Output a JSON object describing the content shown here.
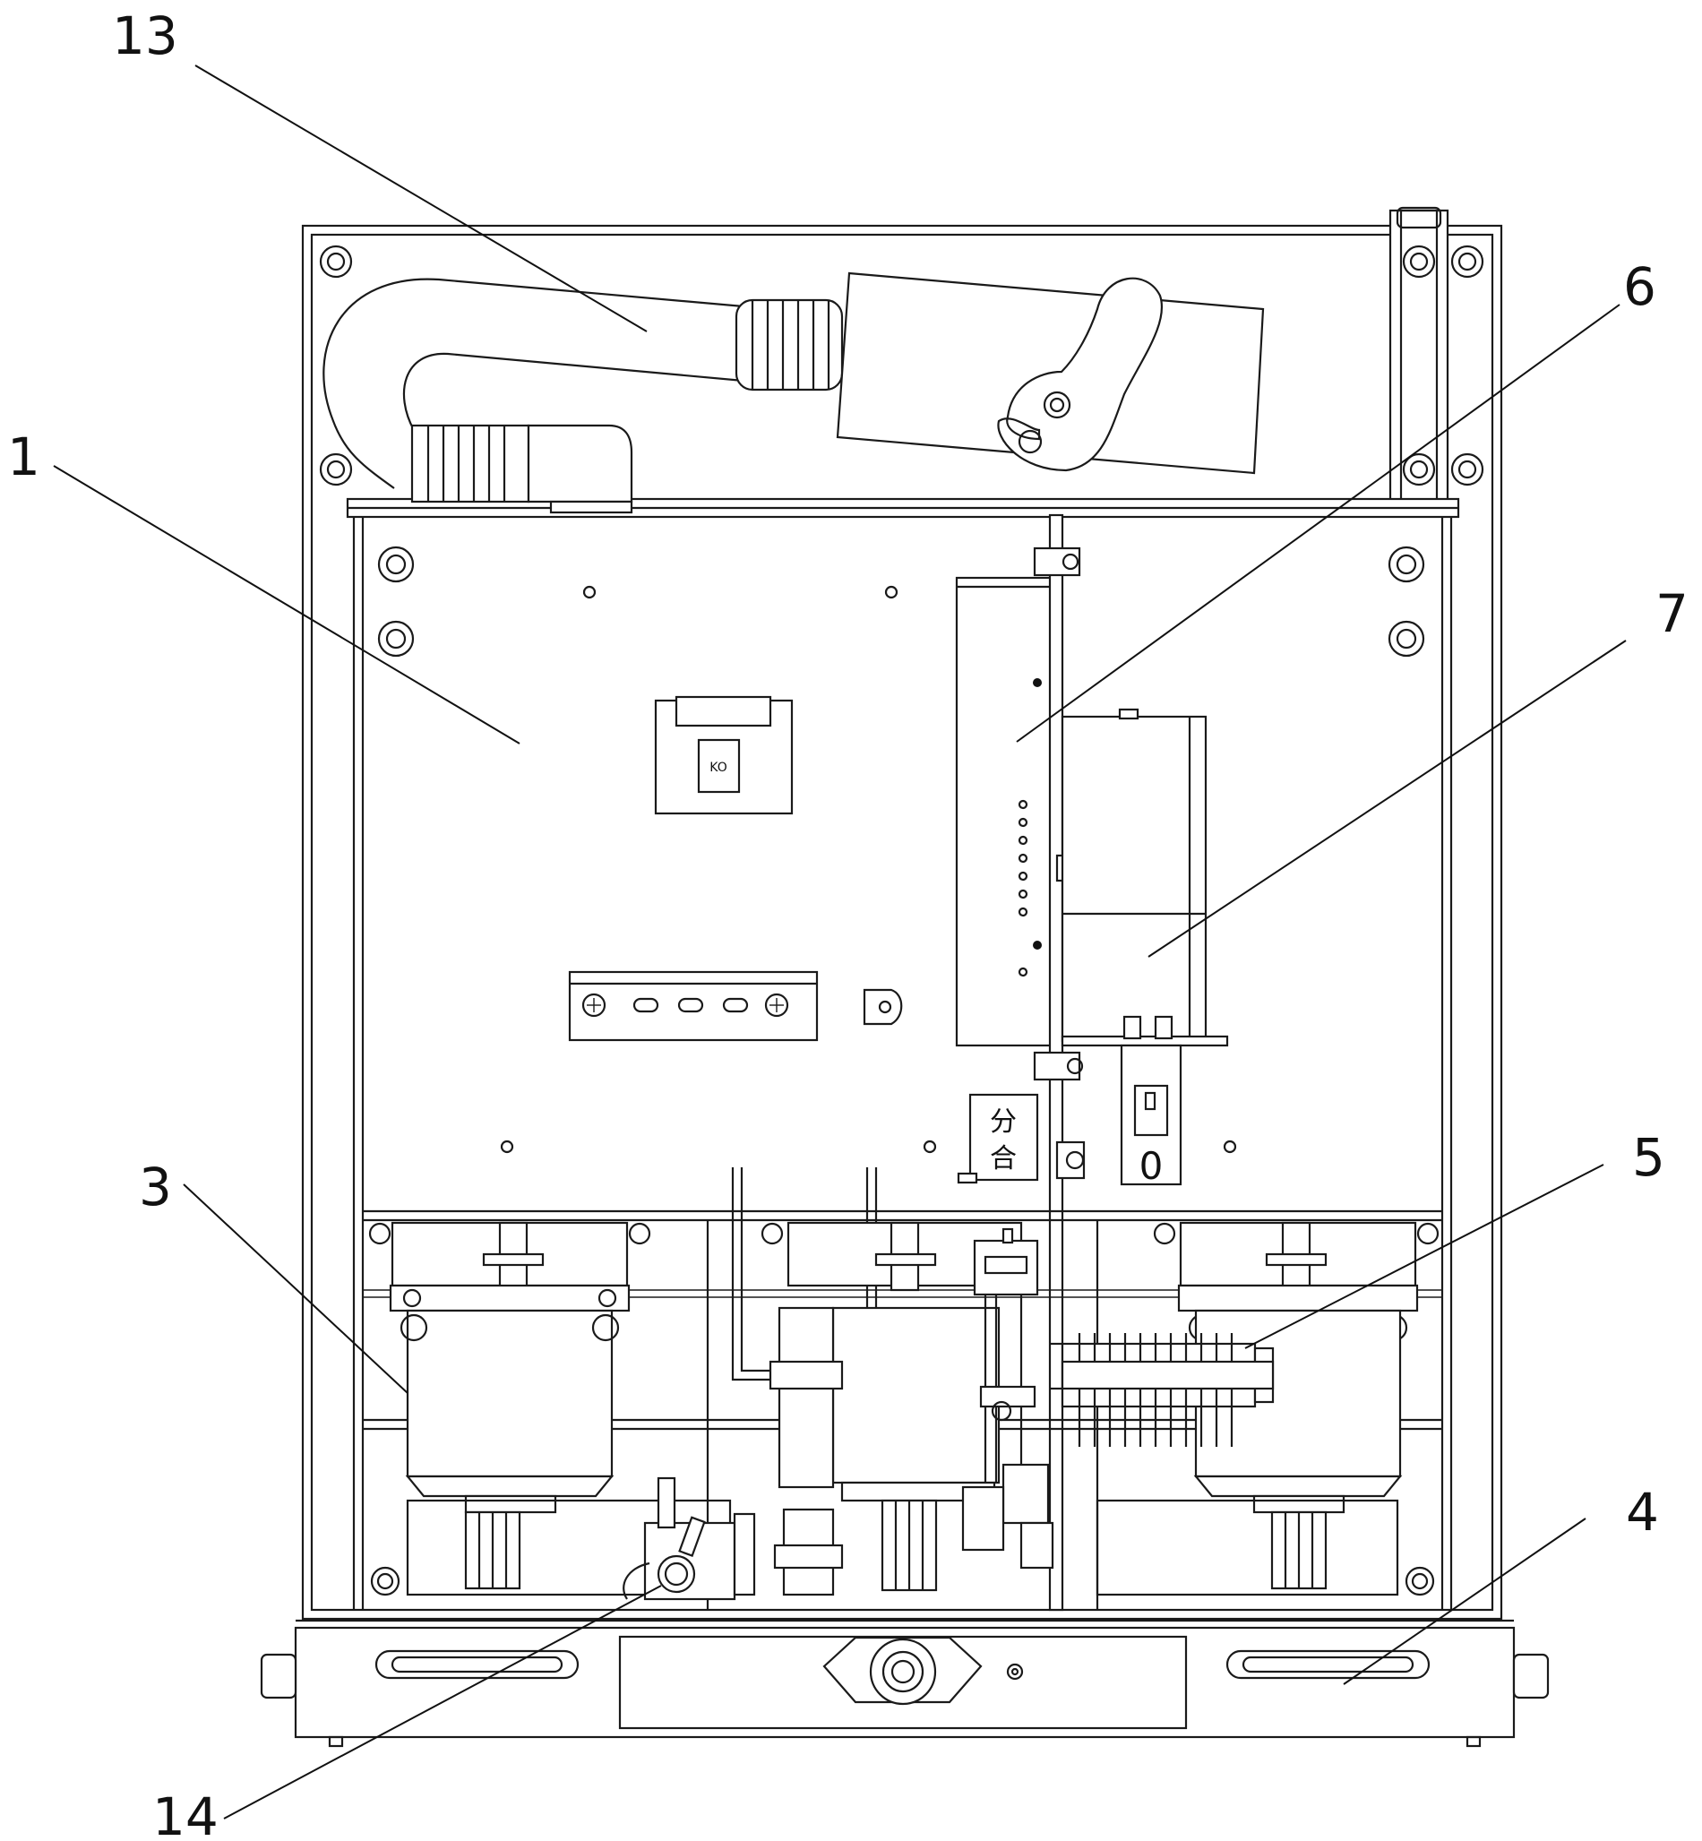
{
  "callouts": [
    {
      "id": "1",
      "text": "1"
    },
    {
      "id": "3",
      "text": "3"
    },
    {
      "id": "4",
      "text": "4"
    },
    {
      "id": "5",
      "text": "5"
    },
    {
      "id": "6",
      "text": "6"
    },
    {
      "id": "7",
      "text": "7"
    },
    {
      "id": "13",
      "text": "13"
    },
    {
      "id": "14",
      "text": "14"
    }
  ],
  "labels": {
    "ko_tag": "KO",
    "indicator_top": "分",
    "indicator_bottom": "合",
    "switch_off": "0"
  }
}
